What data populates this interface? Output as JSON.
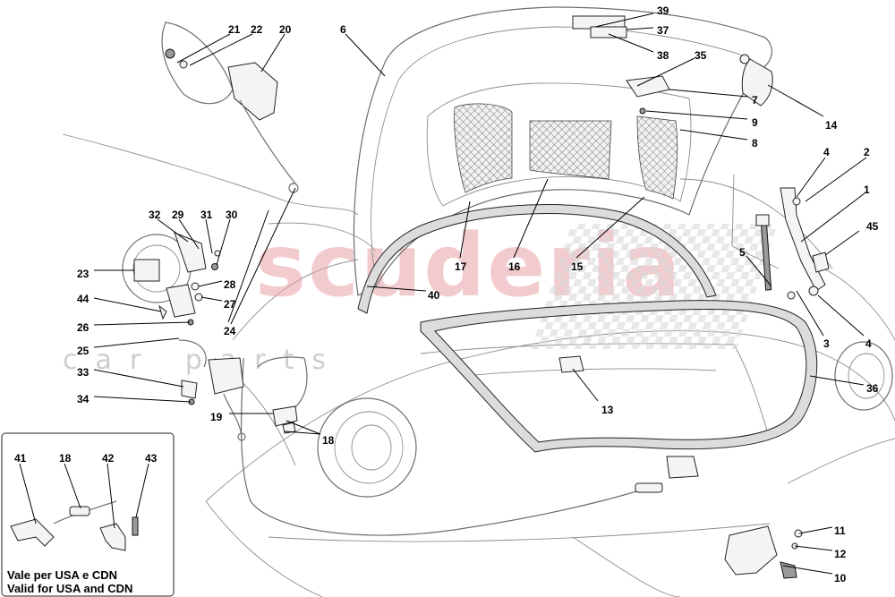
{
  "watermark": {
    "main": "scuderia",
    "sub": "car parts"
  },
  "note": {
    "line1": "Vale per USA e CDN",
    "line2": "Valid for USA and CDN"
  },
  "callouts": [
    {
      "id": "c21",
      "text": "21"
    },
    {
      "id": "c22",
      "text": "22"
    },
    {
      "id": "c20",
      "text": "20"
    },
    {
      "id": "c6",
      "text": "6"
    },
    {
      "id": "c39",
      "text": "39"
    },
    {
      "id": "c37",
      "text": "37"
    },
    {
      "id": "c38",
      "text": "38"
    },
    {
      "id": "c35",
      "text": "35"
    },
    {
      "id": "c14",
      "text": "14"
    },
    {
      "id": "c7",
      "text": "7"
    },
    {
      "id": "c9",
      "text": "9"
    },
    {
      "id": "c8",
      "text": "8"
    },
    {
      "id": "c4a",
      "text": "4"
    },
    {
      "id": "c2",
      "text": "2"
    },
    {
      "id": "c1",
      "text": "1"
    },
    {
      "id": "c45",
      "text": "45"
    },
    {
      "id": "c5",
      "text": "5"
    },
    {
      "id": "c3",
      "text": "3"
    },
    {
      "id": "c4b",
      "text": "4"
    },
    {
      "id": "c32",
      "text": "32"
    },
    {
      "id": "c29",
      "text": "29"
    },
    {
      "id": "c31",
      "text": "31"
    },
    {
      "id": "c30",
      "text": "30"
    },
    {
      "id": "c23",
      "text": "23"
    },
    {
      "id": "c28",
      "text": "28"
    },
    {
      "id": "c27",
      "text": "27"
    },
    {
      "id": "c44",
      "text": "44"
    },
    {
      "id": "c24",
      "text": "24"
    },
    {
      "id": "c26",
      "text": "26"
    },
    {
      "id": "c25",
      "text": "25"
    },
    {
      "id": "c33",
      "text": "33"
    },
    {
      "id": "c34",
      "text": "34"
    },
    {
      "id": "c19",
      "text": "19"
    },
    {
      "id": "c18a",
      "text": "18"
    },
    {
      "id": "c17",
      "text": "17"
    },
    {
      "id": "c16",
      "text": "16"
    },
    {
      "id": "c15",
      "text": "15"
    },
    {
      "id": "c40",
      "text": "40"
    },
    {
      "id": "c13",
      "text": "13"
    },
    {
      "id": "c36",
      "text": "36"
    },
    {
      "id": "c11",
      "text": "11"
    },
    {
      "id": "c12",
      "text": "12"
    },
    {
      "id": "c10",
      "text": "10"
    },
    {
      "id": "c41",
      "text": "41"
    },
    {
      "id": "c18b",
      "text": "18"
    },
    {
      "id": "c42",
      "text": "42"
    },
    {
      "id": "c43",
      "text": "43"
    }
  ]
}
